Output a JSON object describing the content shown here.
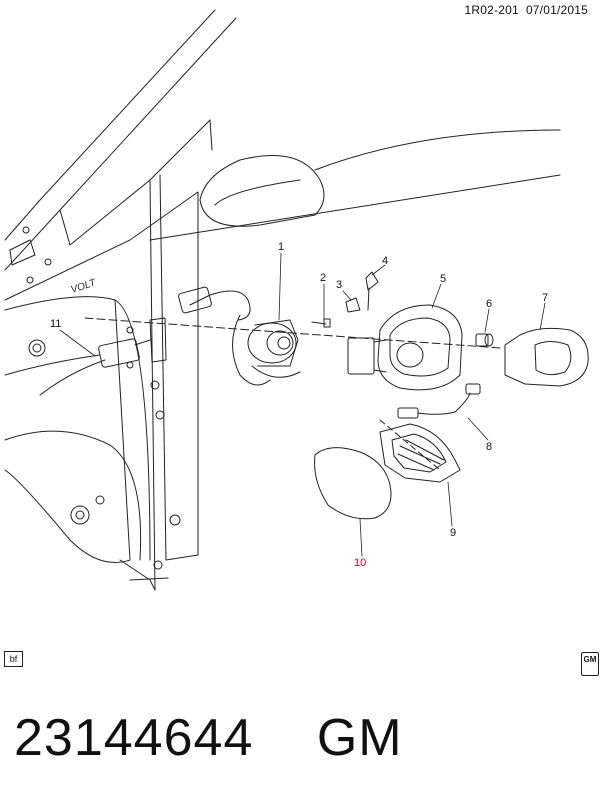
{
  "header": {
    "code": "1R02-201",
    "date": "07/01/2015"
  },
  "vehicle_badge": "VOLT",
  "callouts": [
    "1",
    "2",
    "3",
    "4",
    "5",
    "6",
    "7",
    "8",
    "9",
    "10",
    "11"
  ],
  "highlighted_callout": "10",
  "highlight_color": "#cc0022",
  "tags": {
    "corner_label": "bf",
    "logo_text": "GM"
  },
  "part": {
    "number": "23144644",
    "brand": "GM"
  }
}
